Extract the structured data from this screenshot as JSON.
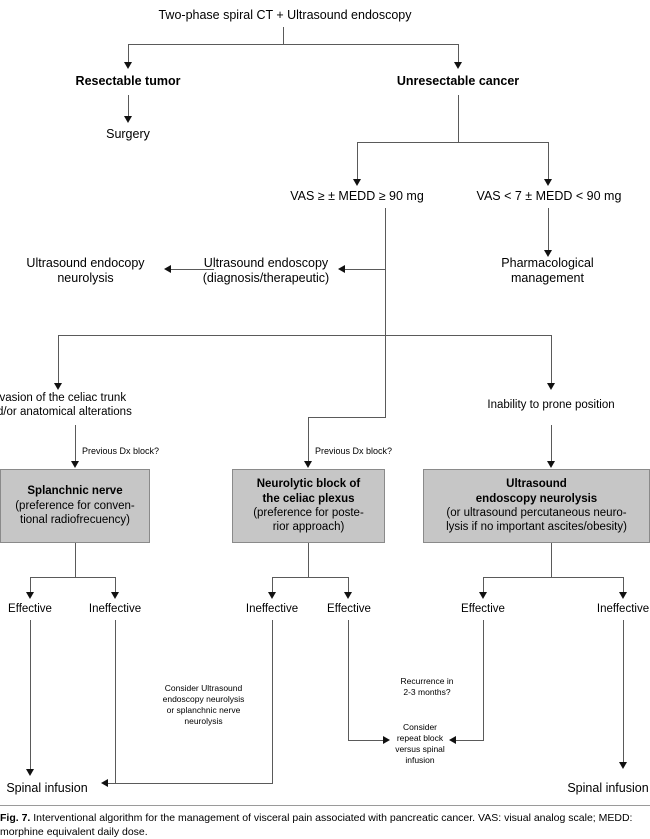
{
  "figure": {
    "label": "Fig. 7.",
    "caption": "Interventional algorithm for the management of visceral pain associated with pancreatic cancer. VAS: visual analog scale; MEDD: morphine equivalent daily dose."
  },
  "colors": {
    "box_fill": "#c6c6c6",
    "box_border": "#8a8a8a",
    "line": "#5a5a5a",
    "arrowhead": "#111111",
    "background": "#ffffff",
    "text": "#000000"
  },
  "nodes": {
    "root": "Two-phase spiral CT + Ultrasound endoscopy",
    "resectable": "Resectable tumor",
    "unresectable": "Unresectable cancer",
    "surgery": "Surgery",
    "vas_high": "VAS ≥ ± MEDD ≥ 90 mg",
    "vas_low": "VAS < 7 ± MEDD < 90 mg",
    "us_endoscopy": "Ultrasound endoscopy\n(diagnosis/therapeutic)",
    "us_neurolysis": "Ultrasound endocopy\nneurolysis",
    "pharmacological": "Pharmacological\nmanagement",
    "invasion": "Invasion of the celiac trunk\nand/or anatomical alterations",
    "inability_prone": "Inability to prone position",
    "prev_dx_left": "Previous Dx block?",
    "prev_dx_mid": "Previous Dx block?"
  },
  "boxes": [
    {
      "id": "splanchnic",
      "title": "Splanchnic nerve",
      "subtitle": "(preference for conven-\ntional radiofrecuency)"
    },
    {
      "id": "neurolytic-block",
      "title": "Neurolytic block of\nthe celiac plexus",
      "subtitle": "(preference for poste-\nrior approach)"
    },
    {
      "id": "ultrasound-endoscopy-neurolysis",
      "title": "Ultrasound\nendoscopy neurolysis",
      "subtitle": "(or ultrasound percutaneous neuro-\nlysis if no important ascites/obesity)"
    }
  ],
  "outcomes": {
    "left_effective": "Effective",
    "left_ineffective": "Ineffective",
    "mid_ineffective": "Ineffective",
    "mid_effective": "Effective",
    "right_effective": "Effective",
    "right_ineffective": "Ineffective"
  },
  "annotations": {
    "consider_us": "Consider Ultrasound\nendoscopy neurolysis\nor splanchnic nerve\nneurolysis",
    "recurrence": "Recurrence in\n2-3 months?",
    "consider_repeat": "Consider\nrepeat block\nversus spinal\ninfusion"
  },
  "terminals": {
    "spinal_left": "Spinal infusion",
    "spinal_right": "Spinal infusion"
  }
}
